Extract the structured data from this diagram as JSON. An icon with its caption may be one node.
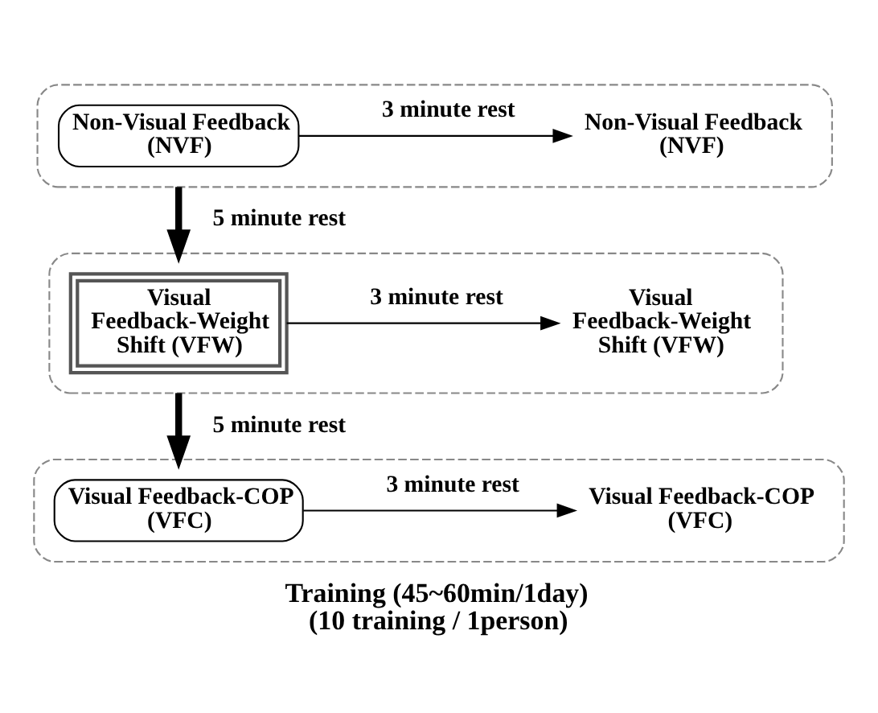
{
  "diagram": {
    "caption": "Training (45~60min/1day) (10 training / 1person)",
    "nodes": [
      {
        "text": [],
        "shape": "box"
      },
      {
        "text": [
          "Non-Visual Feedback (NVF)"
        ],
        "in": 0
      },
      {
        "text": [
          "Non-Visual Feedback (NVF)"
        ],
        "in": 0
      },
      {
        "text": [],
        "shape": "box"
      },
      {
        "text": [
          "Visual Feedback-Weight Shift (VFW)"
        ],
        "in": 3
      },
      {
        "text": [
          "Visual Feedback-Weight Shift (VFW)"
        ],
        "in": 3
      },
      {
        "text": [],
        "shape": "box"
      },
      {
        "text": [
          "Visual Feedback-COP (VFC)"
        ],
        "in": 6
      },
      {
        "text": [
          "Visual Feedback-COP (VFC)"
        ],
        "in": 6
      }
    ],
    "edges": [
      {
        "from": 1,
        "to": 2,
        "arrow": "to",
        "label": "3 minute rest"
      },
      {
        "from": 0,
        "to": 3,
        "arrow": "to",
        "label": "5 minute rest",
        "style": "thick"
      },
      {
        "from": 4,
        "to": 5,
        "arrow": "to",
        "label": "3 minute rest"
      },
      {
        "from": 3,
        "to": 6,
        "arrow": "to",
        "label": "5 minute rest",
        "style": "thick"
      },
      {
        "from": 7,
        "to": 8,
        "arrow": "to",
        "label": "3 minute rest"
      }
    ]
  }
}
